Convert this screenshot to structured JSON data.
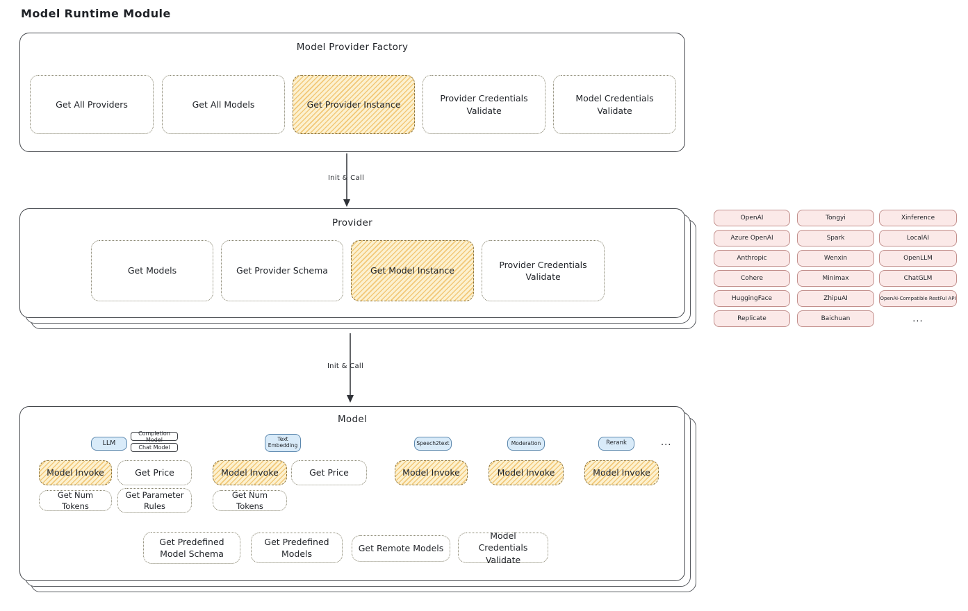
{
  "page": {
    "title": "Model Runtime Module"
  },
  "factory": {
    "title": "Model Provider Factory",
    "items": [
      {
        "label": "Get All Providers"
      },
      {
        "label": "Get All Models"
      },
      {
        "label": "Get Provider Instance"
      },
      {
        "label": "Provider Credentials Validate"
      },
      {
        "label": "Model Credentials Validate"
      }
    ]
  },
  "arrow1": {
    "label": "Init & Call"
  },
  "arrow2": {
    "label": "Init & Call"
  },
  "provider": {
    "title": "Provider",
    "items": [
      {
        "label": "Get Models"
      },
      {
        "label": "Get Provider Schema"
      },
      {
        "label": "Get Model Instance"
      },
      {
        "label": "Provider Credentials Validate"
      }
    ]
  },
  "vendors": {
    "col1": [
      "OpenAI",
      "Azure OpenAI",
      "Anthropic",
      "Cohere",
      "HuggingFace",
      "Replicate"
    ],
    "col2": [
      "Tongyi",
      "Spark",
      "Wenxin",
      "Minimax",
      "ZhipuAI",
      "Baichuan"
    ],
    "col3": [
      "Xinference",
      "LocalAI",
      "OpenLLM",
      "ChatGLM",
      "OpenAI-Compatible RestFul API"
    ],
    "more": "..."
  },
  "model": {
    "title": "Model",
    "tags": {
      "llm": "LLM",
      "completion": "Completion Model",
      "chat": "Chat Model",
      "text_embedding": "Text Embedding",
      "speech2text": "Speech2text",
      "moderation": "Moderation",
      "rerank": "Rerank",
      "more": "..."
    },
    "ops": {
      "llm_invoke": "Model Invoke",
      "llm_price": "Get Price",
      "llm_tokens": "Get Num Tokens",
      "llm_param_rules": "Get Parameter Rules",
      "emb_invoke": "Model Invoke",
      "emb_price": "Get Price",
      "emb_tokens": "Get Num Tokens",
      "s2t_invoke": "Model Invoke",
      "mod_invoke": "Model Invoke",
      "rerank_invoke": "Model Invoke"
    },
    "common": {
      "predefined_schema": "Get Predefined Model Schema",
      "predefined_models": "Get Predefined Models",
      "remote_models": "Get Remote Models",
      "credentials_validate": "Model Credentials Validate"
    }
  }
}
